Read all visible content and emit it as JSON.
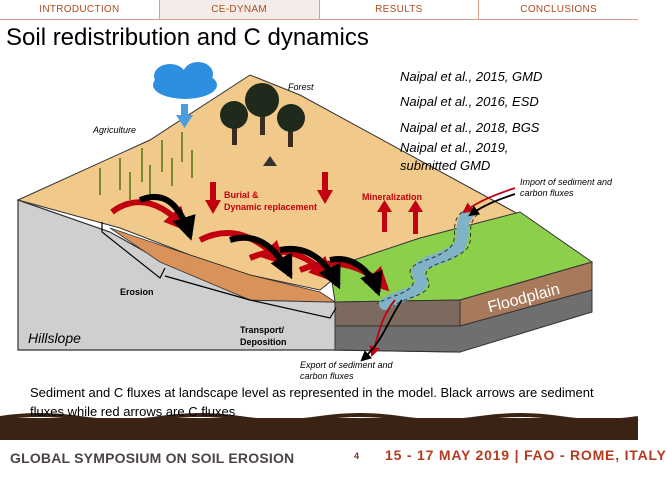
{
  "nav": {
    "tabs": [
      {
        "label": "INTRODUCTION",
        "active": false
      },
      {
        "label": "CE-DYNAM",
        "active": true
      },
      {
        "label": "RESULTS",
        "active": false
      },
      {
        "label": "CONCLUSIONS",
        "active": false
      }
    ]
  },
  "title": "Soil redistribution and C dynamics",
  "references": [
    "Naipal et al., 2015, GMD",
    "Naipal et al., 2016, ESD",
    "Naipal et al., 2018, BGS",
    "Naipal et al., 2019,",
    "submitted GMD"
  ],
  "diagram": {
    "forest": "Forest",
    "agriculture": "Agriculture",
    "burial_line1": "Burial &",
    "burial_line2": "Dynamic replacement",
    "mineralization": "Mineralization",
    "import_line1": "Import of sediment and",
    "import_line2": "carbon fluxes",
    "erosion": "Erosion",
    "transport_line1": "Transport/",
    "transport_line2": "Deposition",
    "hillslope": "Hillslope",
    "floodplain": "Floodplain",
    "export_line1": "Export of sediment and",
    "export_line2": "carbon fluxes"
  },
  "caption": "Sediment and C fluxes at landscape level as represented in the model. Black arrows are sediment fluxes while red arrows are C fluxes",
  "footer": {
    "symposium": "GLOBAL SYMPOSIUM ON SOIL EROSION",
    "page": "4",
    "event": "15 - 17 MAY 2019 | FAO - ROME, ITALY"
  },
  "colors": {
    "accent": "#b53a1e",
    "carbon_arrow": "#c2000f",
    "sediment_arrow": "#000000",
    "soil": "#f1c98a",
    "floodplain_grass": "#8ccf4a",
    "river": "#7fb3c7"
  }
}
